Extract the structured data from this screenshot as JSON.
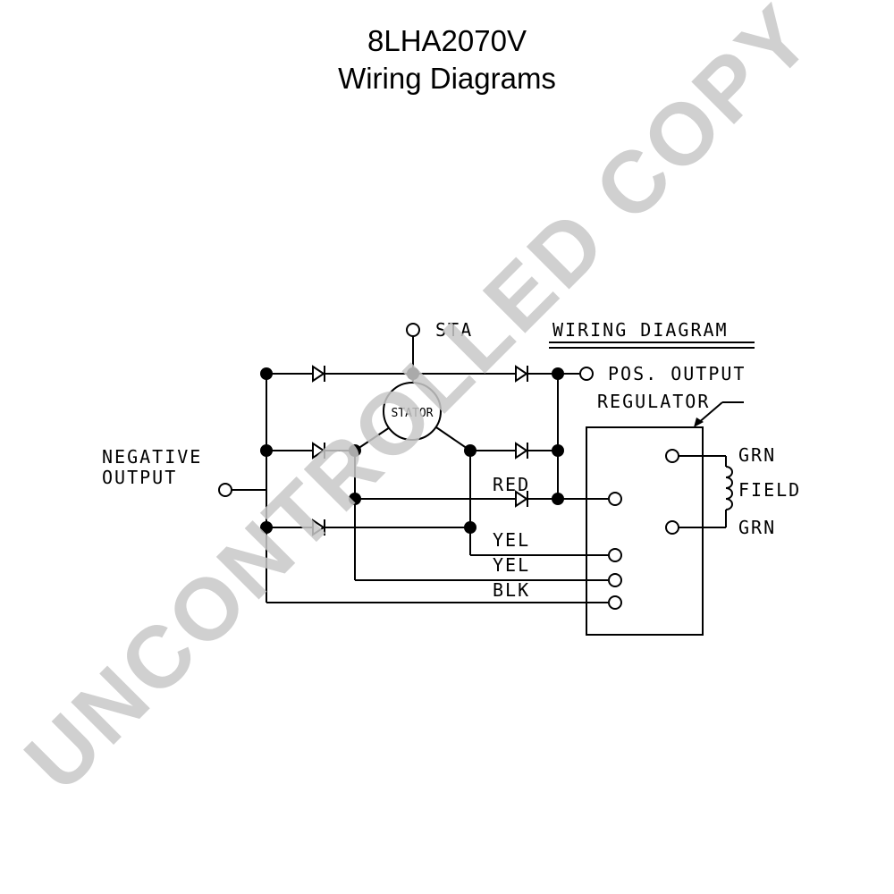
{
  "header": {
    "model": "8LHA2070V",
    "subtitle": "Wiring Diagrams"
  },
  "diagram": {
    "heading": "WIRING DIAGRAM",
    "labels": {
      "sta": "STA",
      "pos_output": "POS. OUTPUT",
      "regulator": "REGULATOR",
      "negative_line1": "NEGATIVE",
      "negative_line2": "OUTPUT",
      "stator": "STATOR",
      "red": "RED",
      "yel1": "YEL",
      "yel2": "YEL",
      "blk": "BLK",
      "grn_top": "GRN",
      "field": "FIELD",
      "grn_bottom": "GRN"
    }
  },
  "watermark": {
    "text": "UNCONTROLLED COPY",
    "color": "#c8c8c8"
  }
}
